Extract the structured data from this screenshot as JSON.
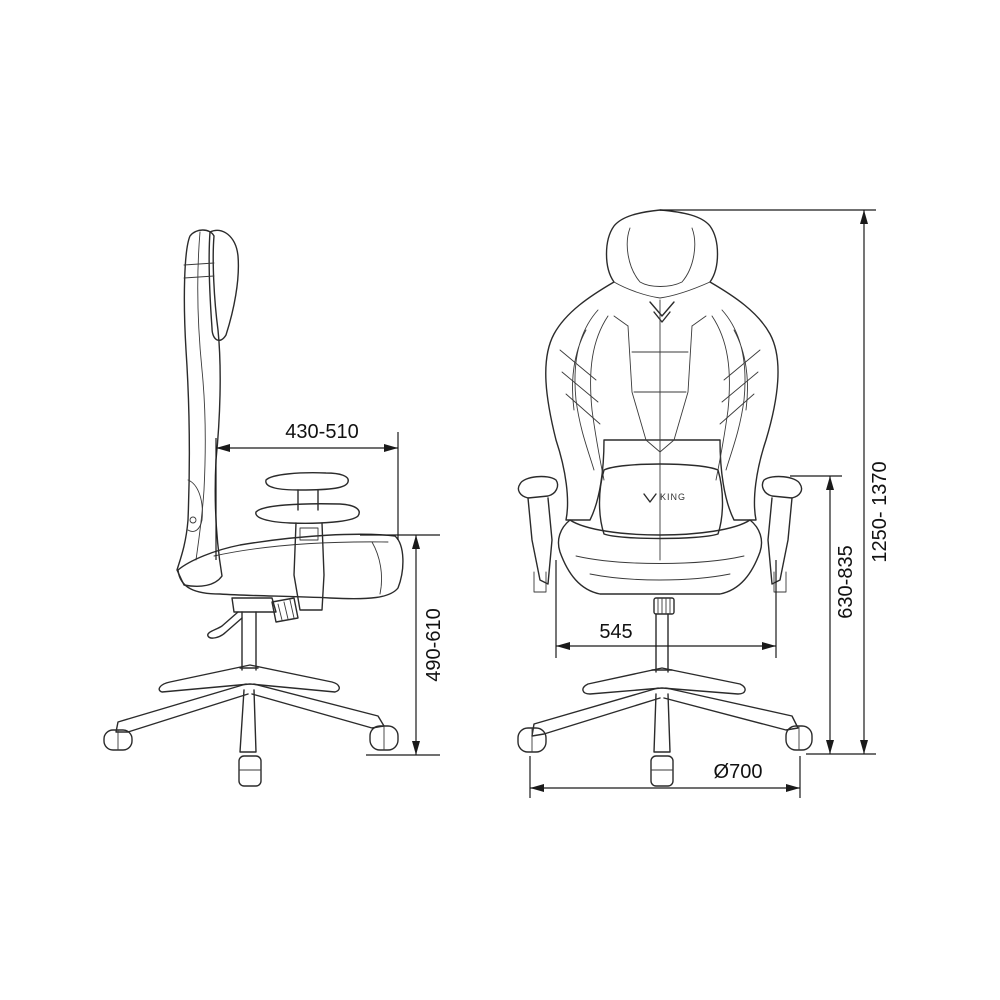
{
  "diagram": {
    "side_view": {
      "seat_depth": "430-510",
      "seat_height": "490-610"
    },
    "front_view": {
      "seat_width": "545",
      "base_diameter": "Ø700",
      "armrest_height": "630-835",
      "total_height": "1250- 1370"
    }
  },
  "logo_text": "KING",
  "colors": {
    "line": "#2b2b2b",
    "dimension": "#1a1a1a",
    "background": "#ffffff"
  }
}
